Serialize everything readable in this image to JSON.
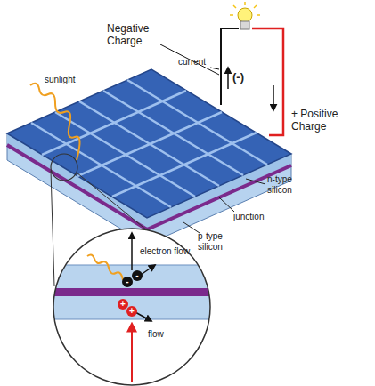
{
  "diagram": {
    "labels": [
      "sunlight",
      "Negative Charge",
      "current",
      "(-)",
      "+ Positive Charge",
      "n-type silicon",
      "junction",
      "p-type silicon",
      "electron flow",
      "-",
      "-",
      "+",
      "+",
      "flow"
    ]
  }
}
